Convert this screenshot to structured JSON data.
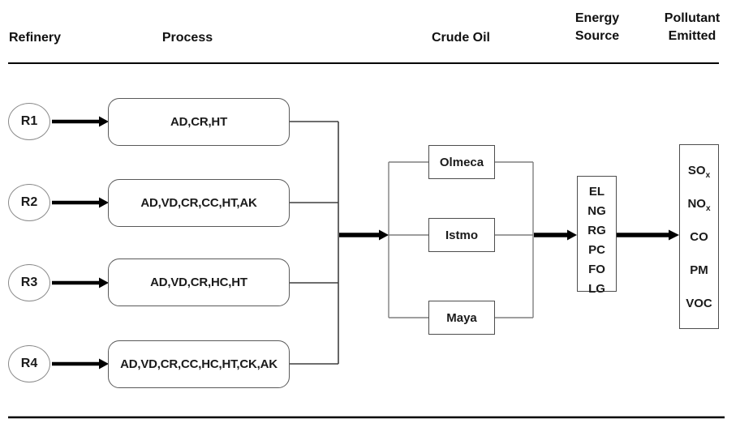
{
  "headers": {
    "refinery": "Refinery",
    "process": "Process",
    "crude_oil": "Crude Oil",
    "energy_source": "Energy Source",
    "pollutant_emitted": "Pollutant Emitted"
  },
  "refineries": [
    {
      "id": "R1",
      "processes": "AD,CR,HT"
    },
    {
      "id": "R2",
      "processes": "AD,VD,CR,CC,HT,AK"
    },
    {
      "id": "R3",
      "processes": "AD,VD,CR,HC,HT"
    },
    {
      "id": "R4",
      "processes": "AD,VD,CR,CC,HC,HT,CK,AK"
    }
  ],
  "crude_oils": [
    "Olmeca",
    "Istmo",
    "Maya"
  ],
  "energy_sources": [
    "EL",
    "NG",
    "RG",
    "PC",
    "FO",
    "LG"
  ],
  "pollutants": [
    {
      "base": "SO",
      "sub": "x"
    },
    {
      "base": "NO",
      "sub": "x"
    },
    {
      "base": "CO",
      "sub": ""
    },
    {
      "base": "PM",
      "sub": ""
    },
    {
      "base": "VOC",
      "sub": ""
    }
  ],
  "colors": {
    "arrow": "#000000",
    "connector": "#3f3f3f",
    "bracket": "#7f7f7f",
    "box_border": "#595959",
    "background": "#ffffff",
    "text": "#1a1a1a"
  }
}
